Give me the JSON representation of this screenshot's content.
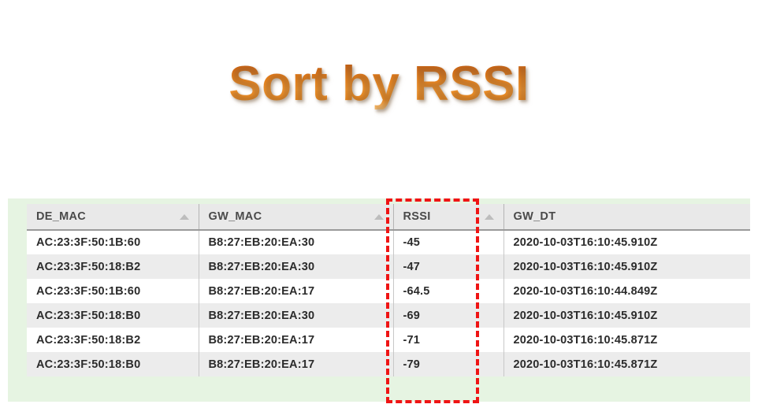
{
  "slide": {
    "title": "Sort by RSSI",
    "title_color": "#e8821c",
    "panel_color": "#e6f4e2"
  },
  "highlight": {
    "target_column": "RSSI",
    "color": "#ef1414",
    "style": "dashed"
  },
  "table": {
    "columns": [
      {
        "key": "de_mac",
        "label": "DE_MAC",
        "sort_icon": "sort-ascending-icon",
        "sorted": true
      },
      {
        "key": "gw_mac",
        "label": "GW_MAC",
        "sort_icon": "sort-ascending-icon",
        "sorted": true
      },
      {
        "key": "rssi",
        "label": "RSSI",
        "sort_icon": "sort-ascending-icon",
        "sorted": true
      },
      {
        "key": "gw_dt",
        "label": "GW_DT",
        "sort_icon": "",
        "sorted": false
      }
    ],
    "rows": [
      {
        "de_mac": "AC:23:3F:50:1B:60",
        "gw_mac": "B8:27:EB:20:EA:30",
        "rssi": "-45",
        "gw_dt": "2020-10-03T16:10:45.910Z"
      },
      {
        "de_mac": "AC:23:3F:50:18:B2",
        "gw_mac": "B8:27:EB:20:EA:30",
        "rssi": "-47",
        "gw_dt": "2020-10-03T16:10:45.910Z"
      },
      {
        "de_mac": "AC:23:3F:50:1B:60",
        "gw_mac": "B8:27:EB:20:EA:17",
        "rssi": "-64.5",
        "gw_dt": "2020-10-03T16:10:44.849Z"
      },
      {
        "de_mac": "AC:23:3F:50:18:B0",
        "gw_mac": "B8:27:EB:20:EA:30",
        "rssi": "-69",
        "gw_dt": "2020-10-03T16:10:45.910Z"
      },
      {
        "de_mac": "AC:23:3F:50:18:B2",
        "gw_mac": "B8:27:EB:20:EA:17",
        "rssi": "-71",
        "gw_dt": "2020-10-03T16:10:45.871Z"
      },
      {
        "de_mac": "AC:23:3F:50:18:B0",
        "gw_mac": "B8:27:EB:20:EA:17",
        "rssi": "-79",
        "gw_dt": "2020-10-03T16:10:45.871Z"
      }
    ]
  }
}
